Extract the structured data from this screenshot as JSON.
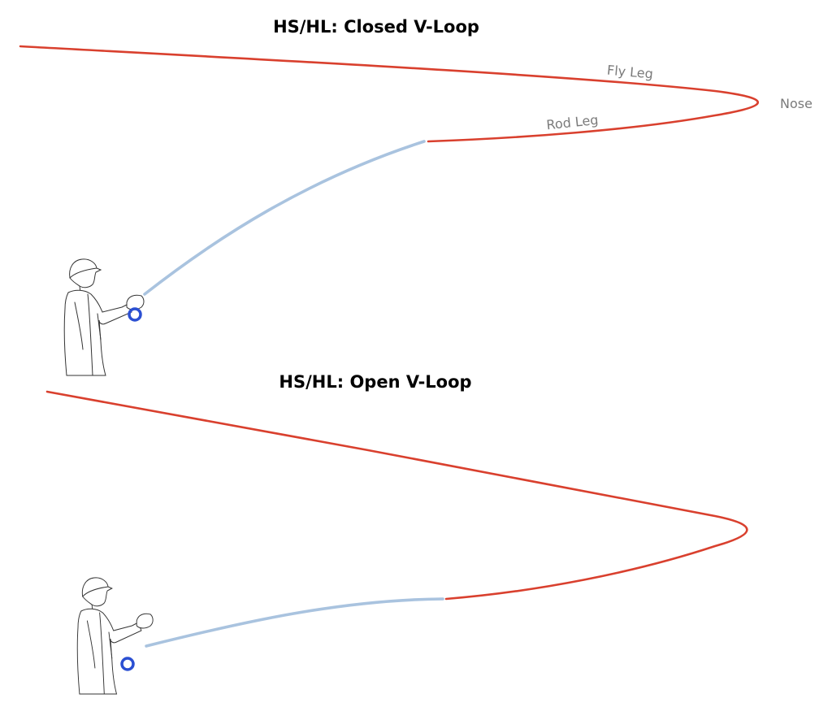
{
  "diagrams": [
    {
      "title": "HS/HL: Closed V-Loop",
      "labels": {
        "fly_leg": "Fly Leg",
        "rod_leg": "Rod Leg",
        "nose": "Nose"
      }
    },
    {
      "title": "HS/HL: Open V-Loop"
    }
  ],
  "colors": {
    "fly_line": "#d9402e",
    "rod": "#a9c3df",
    "reel": "#2b4fd2"
  }
}
